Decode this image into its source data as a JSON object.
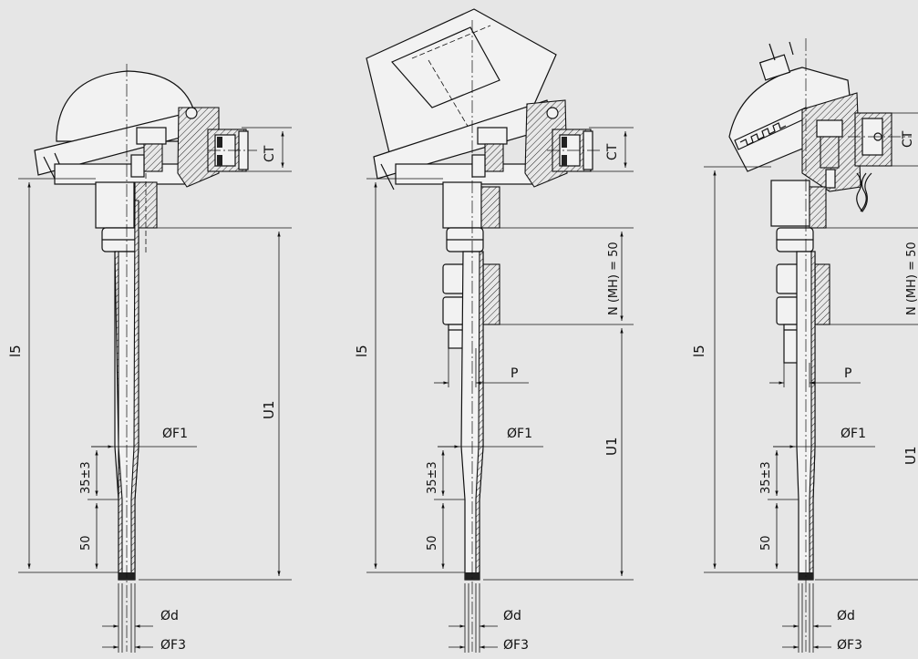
{
  "drawings": [
    {
      "id": "a",
      "labels": {
        "l5": "l5",
        "u1": "U1",
        "ct": "CT",
        "f1": "ØF1",
        "tol": "35±3",
        "fifty": "50",
        "d": "Ød",
        "f3": "ØF3"
      }
    },
    {
      "id": "b",
      "labels": {
        "l5": "l5",
        "u1": "U1",
        "ct": "CT",
        "n": "N (MH) = 50",
        "p": "P",
        "f1": "ØF1",
        "tol": "35±3",
        "fifty": "50",
        "d": "Ød",
        "f3": "ØF3"
      }
    },
    {
      "id": "c",
      "labels": {
        "l5": "l5",
        "u1": "U1",
        "ct": "CT",
        "n": "N (MH) = 50",
        "p": "P",
        "f1": "ØF1",
        "tol": "35±3",
        "fifty": "50",
        "d": "Ød",
        "f3": "ØF3"
      }
    }
  ]
}
